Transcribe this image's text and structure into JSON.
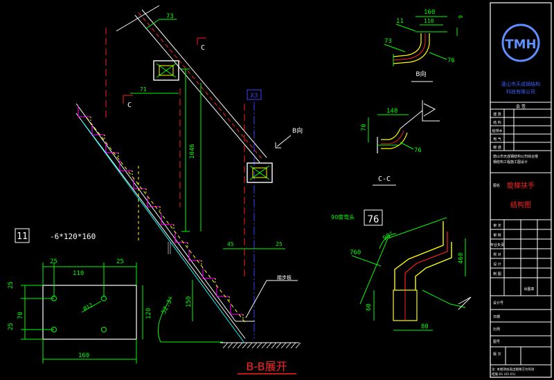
{
  "colors": {
    "background": "#000000",
    "white": "#ffffff",
    "green": "#00ff00",
    "yellow": "#ffff00",
    "red": "#ff2020",
    "cyan": "#00ffff",
    "blue": "#4040ff",
    "magenta": "#ff00ff",
    "grey": "#a0a0a0"
  },
  "stair": {
    "label_73": "73",
    "label_c_upper": "C",
    "label_71": "71",
    "label_c_lower": "C",
    "label_1046": "1046",
    "label_x3": "X3",
    "label_b_view": "B向",
    "label_45": "45",
    "label_25": "25",
    "label_angle": "52.3°",
    "label_150": "150",
    "label_ladder": "踏步板",
    "title": "B-B展开"
  },
  "plate": {
    "tag": "11",
    "spec": "-6*120*160",
    "dim_25_left": "25",
    "dim_110": "110",
    "dim_25_right": "25",
    "dim_25_v_top": "25",
    "dim_70_v": "70",
    "dim_25_v_bottom": "25",
    "dim_120_v": "120",
    "dim_160": "160",
    "hole_label": "Ø12"
  },
  "detail_b": {
    "dim_160": "160",
    "dim_110": "110",
    "dim_6": "6",
    "label_11": "11",
    "label_73": "73",
    "label_76": "76",
    "title": "B向"
  },
  "detail_c": {
    "dim_140": "140",
    "dim_70": "70",
    "label_76": "76",
    "title": "C-C"
  },
  "detail_76": {
    "note": "90度弯头",
    "tag": "76",
    "angle": "90°",
    "dim_760": "760",
    "dim_460": "460",
    "dim_60": "60",
    "dim_80": "80"
  },
  "title_block": {
    "logo": "TMH",
    "company_line1": "唐山市天成钢结构",
    "company_line2": "科技有限公司",
    "approve_header": "会 签",
    "sign_rows": [
      "建 筑",
      "结 构",
      "给排水",
      "电 气",
      "暖 通"
    ],
    "project_line1": "唐山市天成钢结构公司综合楼",
    "project_line2": "钢结构工程施工图设计",
    "drawing_title_line1": "旋梯扶手",
    "drawing_title_line2": "结构图",
    "label_name": "图名",
    "roles": [
      "审 定",
      "审 核",
      "专业负责",
      "校 对",
      "设 计",
      "制 图"
    ],
    "design_no_label": "设计号",
    "date_label": "日期",
    "scale_label": "比例",
    "sheet_label": "图号",
    "stamp_label": "出图章",
    "version_label": "版 次",
    "footer": "注: 本图须加盖出图章方为有效",
    "footer2": "结施-01 (01-01)"
  }
}
